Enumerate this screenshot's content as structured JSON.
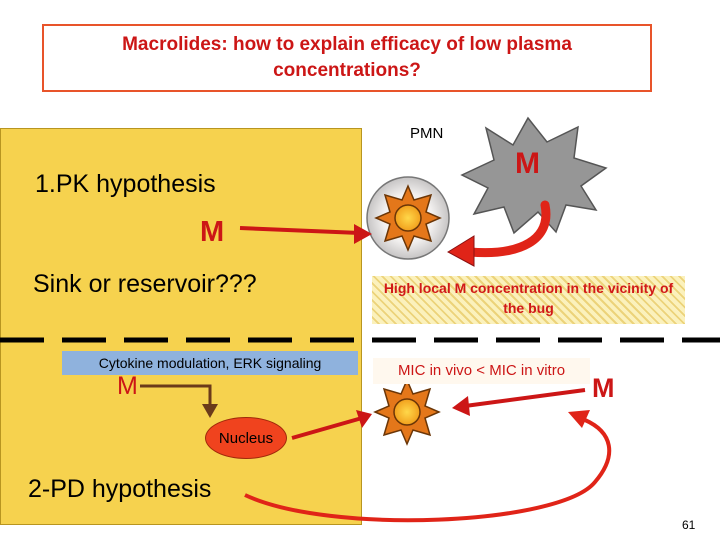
{
  "title": "Macrolides: how to explain efficacy of low plasma concentrations?",
  "pk_hypothesis": "1.PK hypothesis",
  "m_label": "M",
  "sink_text": "Sink or reservoir???",
  "pmn_label": "PMN",
  "high_local_text": "High local M concentration in the vicinity of the bug",
  "cytokine_text": "Cytokine modulation, ERK signaling",
  "mic_text": "MIC in vivo < MIC in vitro",
  "nucleus_label": "Nucleus",
  "pd_hypothesis": "2-PD hypothesis",
  "page_number": "61",
  "colors": {
    "accent_red": "#cc1616",
    "cell_fill": "#f6d24e",
    "title_border": "#e8542a",
    "label_blue": "#8fb2dd",
    "nucleus_fill": "#f0431e"
  }
}
